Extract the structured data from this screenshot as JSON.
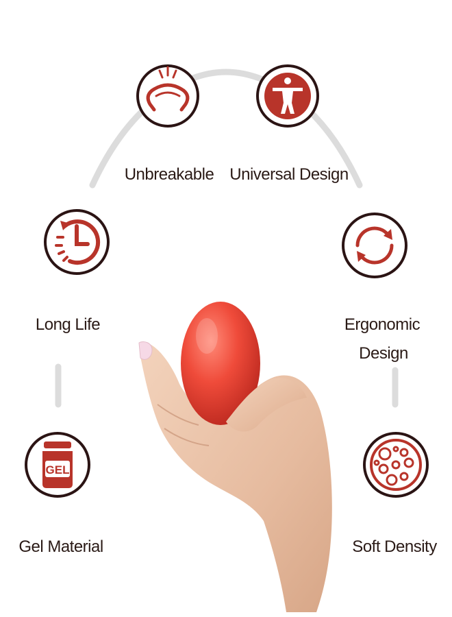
{
  "features": {
    "unbreakable": {
      "label": "Unbreakable",
      "icon": "stretch-band-icon"
    },
    "universal_design": {
      "label": "Universal Design",
      "icon": "accessibility-person-icon"
    },
    "long_life": {
      "label": "Long Life",
      "icon": "clock-history-icon"
    },
    "ergonomic_design": {
      "label_line1": "Ergonomic",
      "label_line2": "Design",
      "icon": "rotate-arrows-icon"
    },
    "gel_material": {
      "label": "Gel Material",
      "icon": "gel-jar-icon",
      "jar_text": "GEL"
    },
    "soft_density": {
      "label": "Soft Density",
      "icon": "bubbles-icon"
    }
  },
  "colors": {
    "accent": "#b8342a",
    "ring": "#2b1414",
    "arc": "#d9d9d9",
    "ball": "#e8473a",
    "skin": "#e9c1a6"
  }
}
